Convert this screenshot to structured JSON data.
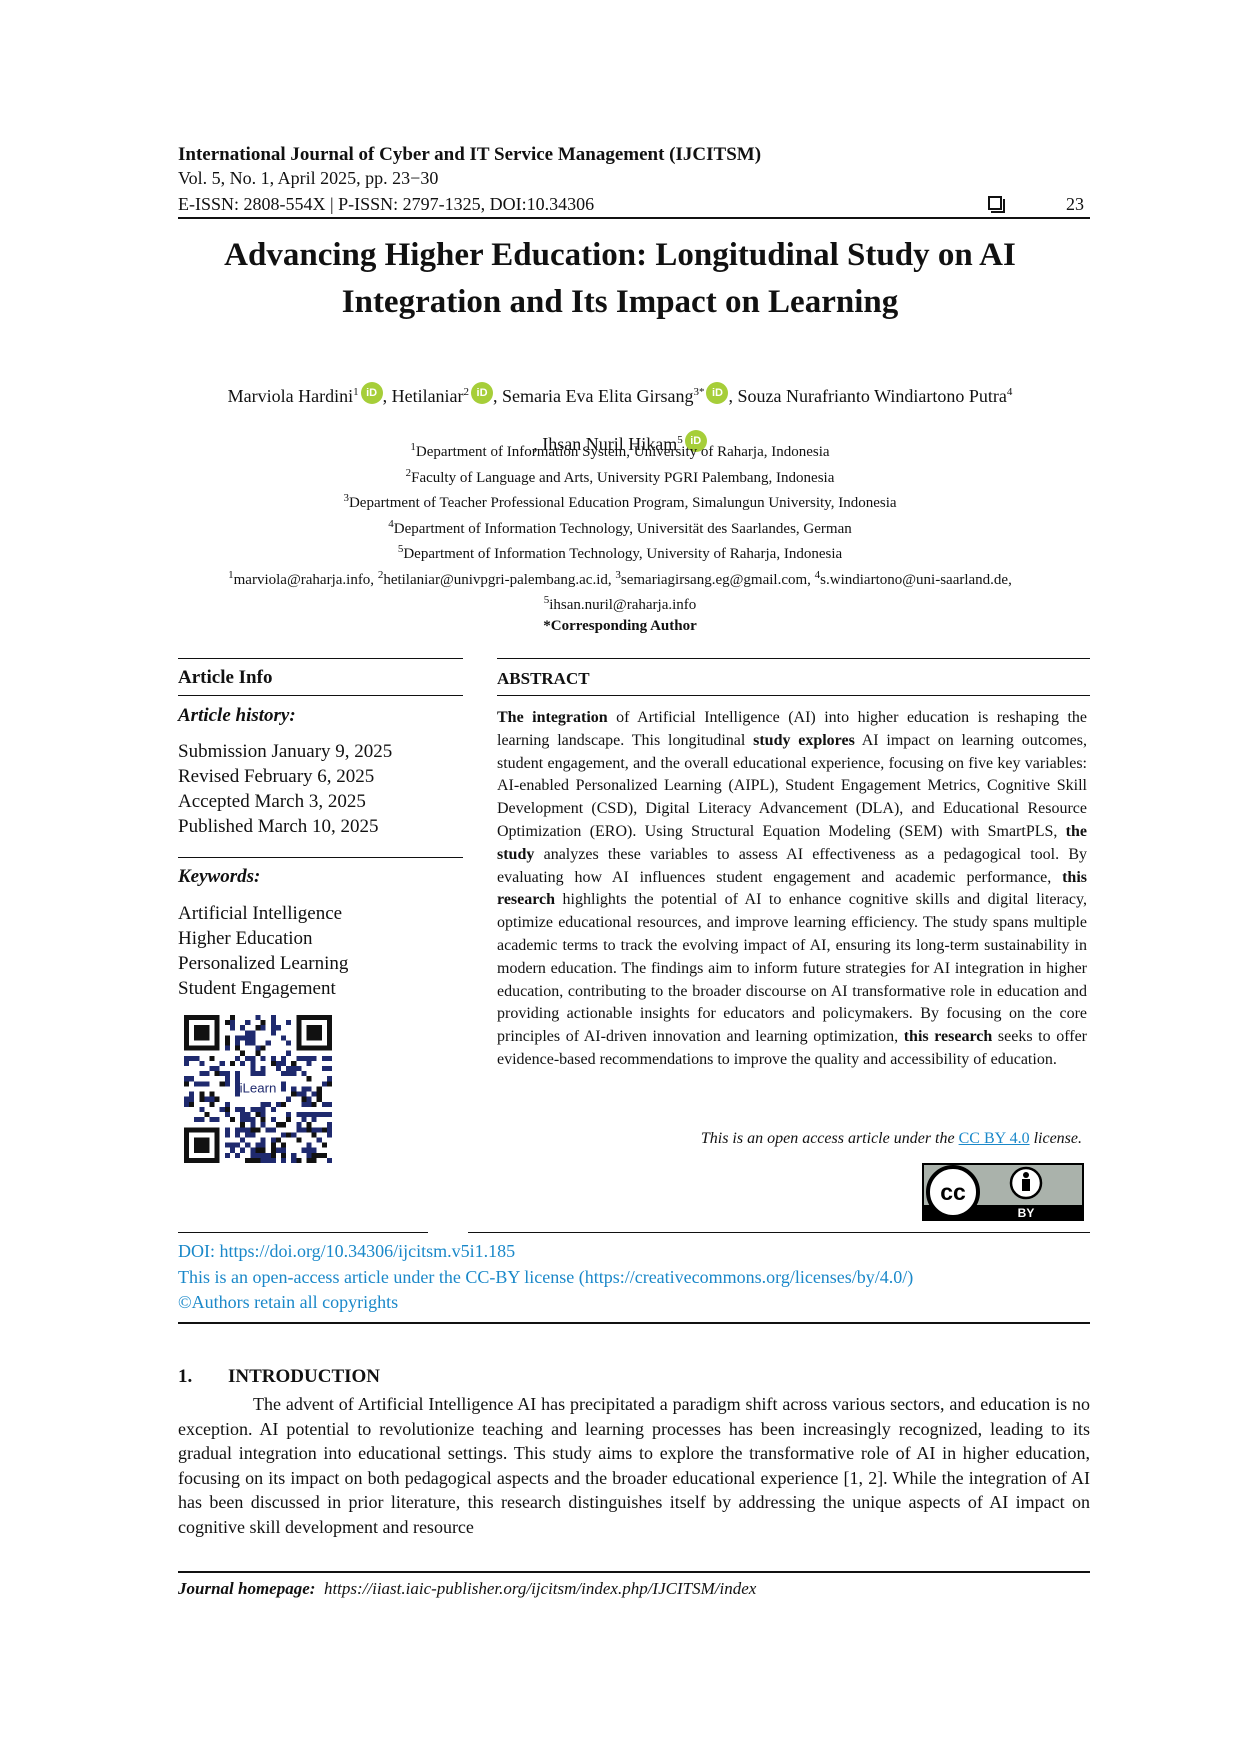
{
  "header": {
    "journal": "International Journal of Cyber and IT Service Management (IJCITSM)",
    "volume": "Vol. 5, No. 1,  April 2025, pp. 23−30",
    "issn": "E-ISSN: 2808-554X | P-ISSN: 2797-1325, DOI:10.34306",
    "page_number": "23"
  },
  "title": "Advancing Higher Education: Longitudinal Study on AI Integration and Its Impact on Learning",
  "authors": [
    {
      "name": "Marviola Hardini",
      "sup": "1",
      "orcid": true,
      "sep": ", "
    },
    {
      "name": "Hetilaniar",
      "sup": "2",
      "orcid": true,
      "sep": ", "
    },
    {
      "name": "Semaria Eva Elita Girsang",
      "sup": "3*",
      "orcid": true,
      "sep": ", "
    },
    {
      "name": "Souza Nurafrianto Windiartono Putra",
      "sup": "4",
      "orcid": false,
      "sep": ""
    },
    {
      "name": ", Ihsan Nuril Hikam",
      "sup": "5",
      "orcid": true,
      "sep": ""
    }
  ],
  "orcid_label": "iD",
  "affiliations": [
    {
      "sup": "1",
      "text": "Department of Information System, University of Raharja, Indonesia"
    },
    {
      "sup": "2",
      "text": "Faculty of Language and Arts, University PGRI Palembang, Indonesia"
    },
    {
      "sup": "3",
      "text": "Department of Teacher Professional Education Program, Simalungun University, Indonesia"
    },
    {
      "sup": "4",
      "text": "Department of Information Technology, Universität des Saarlandes, German"
    },
    {
      "sup": "5",
      "text": "Department of Information Technology, University of Raharja, Indonesia"
    }
  ],
  "emails": [
    {
      "sup": "1",
      "text": "marviola@raharja.info, "
    },
    {
      "sup": "2",
      "text": "hetilaniar@univpgri-palembang.ac.id, "
    },
    {
      "sup": "3",
      "text": "semariagirsang.eg@gmail.com, "
    },
    {
      "sup": "4",
      "text": "s.windiartono@uni-saarland.de,"
    }
  ],
  "email_last": {
    "sup": "5",
    "text": "ihsan.nuril@raharja.info"
  },
  "corresponding": "*Corresponding Author",
  "article_info": {
    "heading": "Article Info",
    "history_heading": "Article history:",
    "history": [
      "Submission January 9, 2025",
      "Revised February 6, 2025",
      "Accepted March 3, 2025",
      "Published March 10, 2025"
    ],
    "keywords_heading": "Keywords:",
    "keywords": [
      "Artificial Intelligence",
      "Higher Education",
      "Personalized Learning",
      "Student Engagement"
    ],
    "qr_label": "iLearn"
  },
  "abstract": {
    "heading": "ABSTRACT",
    "segments": [
      {
        "b": true,
        "t": "The integration"
      },
      {
        "b": false,
        "t": " of Artificial Intelligence (AI) into higher education is reshaping the learning landscape. This longitudinal "
      },
      {
        "b": true,
        "t": "study explores"
      },
      {
        "b": false,
        "t": " AI impact on learning outcomes, student engagement, and the overall educational experience, focusing on five key variables: AI-enabled Personalized Learning (AIPL), Student Engagement Metrics, Cognitive Skill Development (CSD), Digital Literacy Advancement (DLA), and Educational Resource Optimization (ERO). Using Structural Equation Modeling (SEM) with SmartPLS, "
      },
      {
        "b": true,
        "t": "the study"
      },
      {
        "b": false,
        "t": " analyzes these variables to assess AI effectiveness as a pedagogical tool.  By evaluating how AI influences student engagement and academic performance, "
      },
      {
        "b": true,
        "t": "this research"
      },
      {
        "b": false,
        "t": " highlights the potential of AI to enhance cognitive skills and digital literacy, optimize educational resources, and improve learning efficiency.  The study spans multiple academic terms to track the evolving impact of AI, ensuring its long-term sustainability in modern education. The findings aim to inform future strategies for AI integration in higher education, contributing to the broader discourse on AI transformative role in education and providing actionable insights for educators and policymakers.  By focusing on the core principles of AI-driven innovation and learning optimization, "
      },
      {
        "b": true,
        "t": "this research"
      },
      {
        "b": false,
        "t": " seeks to offer evidence-based recommendations to improve the quality and accessibility of education."
      }
    ],
    "license_prefix": "This is an open access article under the ",
    "license_link": "CC BY 4.0",
    "license_suffix": " license.",
    "cc_badge_label": "BY"
  },
  "doi_block": {
    "doi": "DOI: https://doi.org/10.34306/ijcitsm.v5i1.185",
    "license": "This is an open-access article under the CC-BY license (https://creativecommons.org/licenses/by/4.0/)",
    "copyright": "©Authors retain all copyrights"
  },
  "introduction": {
    "number": "1.",
    "heading": "INTRODUCTION",
    "text": "The advent of Artificial Intelligence AI has precipitated a paradigm shift across various sectors, and education is no exception.  AI potential to revolutionize teaching and learning processes has been increasingly recognized, leading to its gradual integration into educational settings.  This study aims to explore the transformative role of AI in higher education, focusing on its impact on both pedagogical aspects and the broader educational experience [1, 2].  While the integration of AI has been discussed in prior literature, this research distinguishes itself by addressing the unique aspects of AI impact on cognitive skill development and resource"
  },
  "footer": {
    "label": "Journal homepage:",
    "url": "https://iiast.iaic-publisher.org/ijcitsm/index.php/IJCITSM/index"
  }
}
